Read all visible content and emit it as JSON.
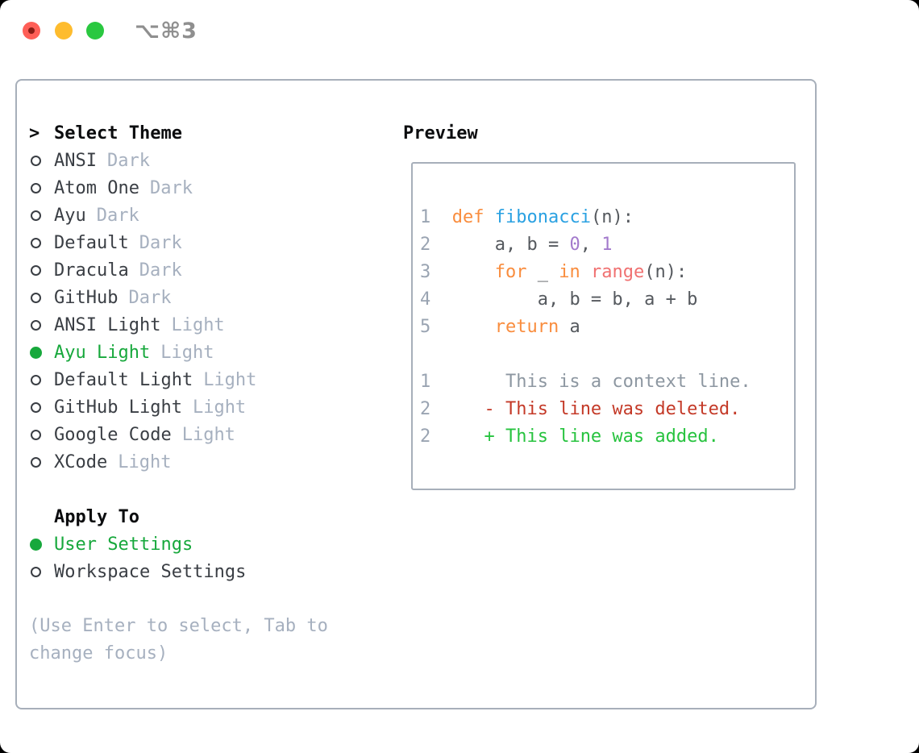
{
  "window": {
    "title": "⌥⌘3"
  },
  "colors": {
    "accent_green": "#17a83c",
    "added_green": "#27c33f",
    "deleted_red": "#c43a28",
    "keyword_orange": "#f98d3e",
    "function_blue": "#2aa1e2",
    "number_purple": "#a37acc",
    "builtin_coral": "#f07171",
    "code_plain": "#55595e",
    "muted_gray": "#a6b0bf",
    "line_number_gray": "#9aa4b2",
    "context_gray": "#8d97a1",
    "text_dark": "#3a3e44"
  },
  "theme_panel": {
    "prompt": ">",
    "header": "Select Theme",
    "items": [
      {
        "name": "ANSI",
        "variant": "Dark",
        "selected": false
      },
      {
        "name": "Atom One",
        "variant": "Dark",
        "selected": false
      },
      {
        "name": "Ayu",
        "variant": "Dark",
        "selected": false
      },
      {
        "name": "Default",
        "variant": "Dark",
        "selected": false
      },
      {
        "name": "Dracula",
        "variant": "Dark",
        "selected": false
      },
      {
        "name": "GitHub",
        "variant": "Dark",
        "selected": false
      },
      {
        "name": "ANSI Light",
        "variant": "Light",
        "selected": false
      },
      {
        "name": "Ayu Light",
        "variant": "Light",
        "selected": true
      },
      {
        "name": "Default Light",
        "variant": "Light",
        "selected": false
      },
      {
        "name": "GitHub Light",
        "variant": "Light",
        "selected": false
      },
      {
        "name": "Google Code",
        "variant": "Light",
        "selected": false
      },
      {
        "name": "XCode",
        "variant": "Light",
        "selected": false
      }
    ]
  },
  "apply_panel": {
    "header": "Apply To",
    "options": [
      {
        "label": "User Settings",
        "selected": true
      },
      {
        "label": "Workspace Settings",
        "selected": false
      }
    ]
  },
  "footer_hint": "(Use Enter to select, Tab to change focus)",
  "preview_panel": {
    "header": "Preview",
    "lines": [
      {
        "segs": [
          [
            "1  ",
            "ln"
          ],
          [
            "def",
            "kw"
          ],
          [
            " ",
            "pl"
          ],
          [
            "fibonacci",
            "fn"
          ],
          [
            "(n):",
            "pl"
          ]
        ]
      },
      {
        "segs": [
          [
            "2  ",
            "ln"
          ],
          [
            "    a, b = ",
            "pl"
          ],
          [
            "0",
            "num"
          ],
          [
            ", ",
            "pl"
          ],
          [
            "1",
            "num"
          ]
        ]
      },
      {
        "segs": [
          [
            "3  ",
            "ln"
          ],
          [
            "    ",
            "pl"
          ],
          [
            "for",
            "kw"
          ],
          [
            " _ ",
            "pl"
          ],
          [
            "in",
            "kw"
          ],
          [
            " ",
            "pl"
          ],
          [
            "range",
            "coral"
          ],
          [
            "(n):",
            "pl"
          ]
        ]
      },
      {
        "segs": [
          [
            "4  ",
            "ln"
          ],
          [
            "        a, b = b, a + b",
            "pl"
          ]
        ]
      },
      {
        "segs": [
          [
            "5  ",
            "ln"
          ],
          [
            "    ",
            "pl"
          ],
          [
            "return",
            "kw"
          ],
          [
            " a",
            "pl"
          ]
        ]
      },
      {
        "segs": []
      },
      {
        "segs": [
          [
            "1",
            "ln"
          ],
          [
            "       This is a context line.",
            "ctx"
          ]
        ]
      },
      {
        "segs": [
          [
            "2",
            "ln"
          ],
          [
            "     ",
            "pl"
          ],
          [
            "- This line was deleted.",
            "del"
          ]
        ]
      },
      {
        "segs": [
          [
            "2",
            "ln"
          ],
          [
            "     ",
            "pl"
          ],
          [
            "+ This line was added.",
            "add"
          ]
        ]
      }
    ]
  }
}
